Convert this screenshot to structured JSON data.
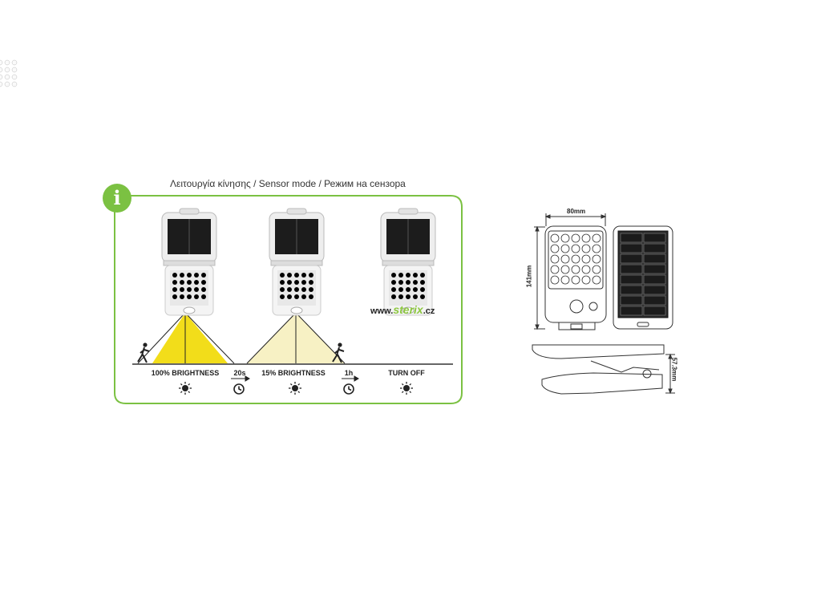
{
  "sensor_panel": {
    "title": "Λειτουργία κίνησης / Sensor mode / Режим на сензора",
    "info_icon": "info-icon",
    "accent_color": "#7bc142",
    "light_color": "#f2dd1a",
    "dim_light_color": "#f7f1c4",
    "stages": [
      {
        "label": "100% BRIGHTNESS",
        "icon": "sun-icon"
      },
      {
        "label": "15% BRIGHTNESS",
        "icon": "sun-icon"
      },
      {
        "label": "TURN OFF",
        "icon": "sun-icon"
      }
    ],
    "timers": [
      {
        "label": "20s",
        "icon": "clock-icon"
      },
      {
        "label": "1h",
        "icon": "clock-icon"
      }
    ],
    "watermark_prefix": "www.",
    "watermark_brand": "sterix",
    "watermark_suffix": ".cz"
  },
  "dimension_drawing": {
    "width_label": "80mm",
    "height_label": "141mm",
    "depth_label": "57.3mm",
    "led_rows": 5,
    "led_cols": 5,
    "solar_rows": 8,
    "solar_cols": 2
  }
}
